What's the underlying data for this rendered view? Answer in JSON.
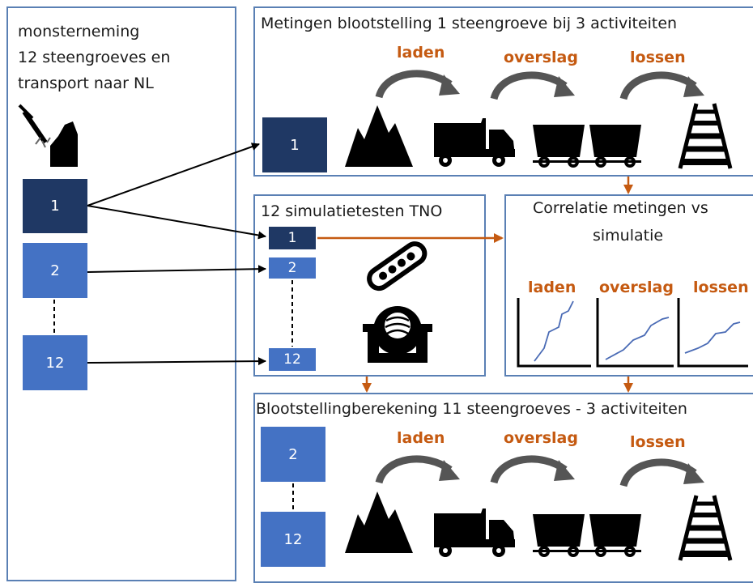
{
  "left": {
    "title_line1": "monsterneming",
    "title_line2": "12 steengroeves en",
    "title_line3": "transport naar NL",
    "samples": [
      "1",
      "2",
      "12"
    ]
  },
  "top": {
    "title": "Metingen blootstelling 1 steengroeve bij 3 activiteiten",
    "box": "1",
    "activities": [
      "laden",
      "overslag",
      "lossen"
    ]
  },
  "sim": {
    "title": "12 simulatietesten TNO",
    "boxes": [
      "1",
      "2",
      "12"
    ]
  },
  "corr": {
    "title_line1": "Correlatie metingen vs",
    "title_line2": "simulatie",
    "activities": [
      "laden",
      "overslag",
      "lossen"
    ]
  },
  "bottom": {
    "title": "Blootstellingberekening 11 steengroeves - 3 activiteiten",
    "boxes": [
      "2",
      "12"
    ],
    "activities": [
      "laden",
      "overslag",
      "lossen"
    ]
  },
  "colors": {
    "dark_box": "#1f3864",
    "blue_box": "#4472c4",
    "panel_border": "#5a80b4",
    "accent": "#c55a11",
    "arc": "#555555"
  }
}
